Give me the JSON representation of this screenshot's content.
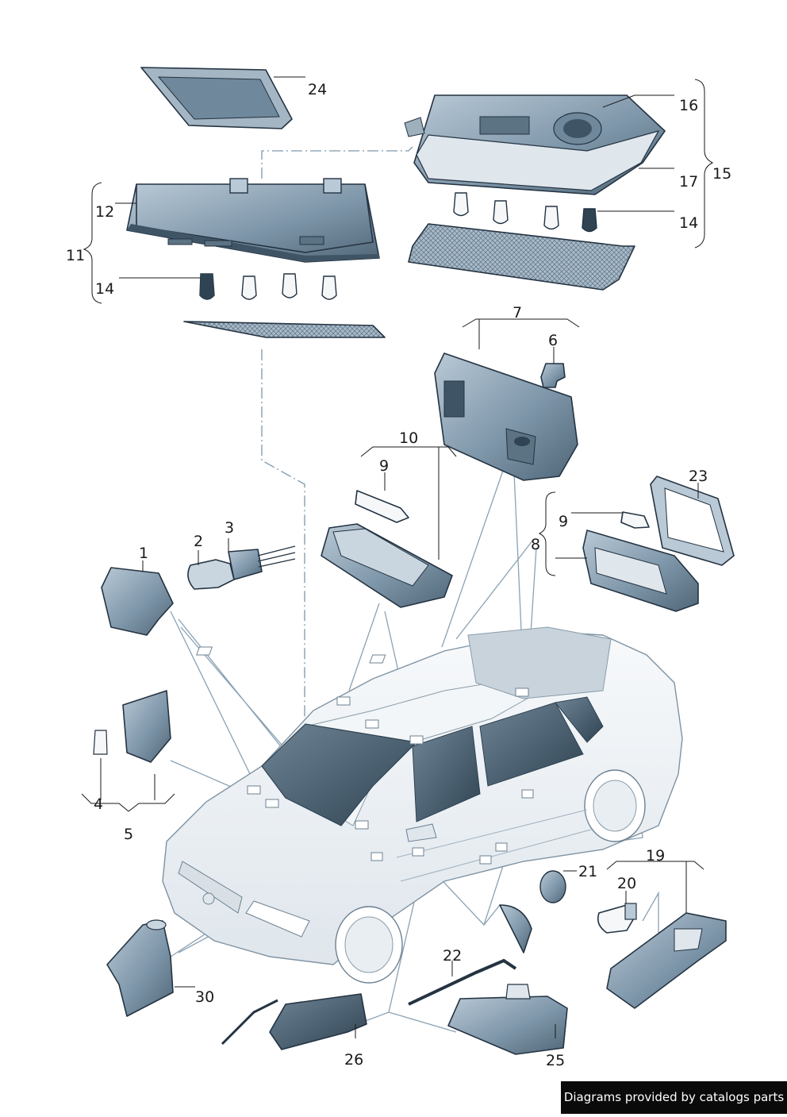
{
  "callouts": {
    "c1": "1",
    "c2": "2",
    "c3": "3",
    "c4": "4",
    "c5": "5",
    "c6": "6",
    "c7": "7",
    "c8": "8",
    "c9a": "9",
    "c9b": "9",
    "c10": "10",
    "c11": "11",
    "c12": "12",
    "c14a": "14",
    "c14b": "14",
    "c15": "15",
    "c16": "16",
    "c17": "17",
    "c19": "19",
    "c20": "20",
    "c21": "21",
    "c22": "22",
    "c23": "23",
    "c24": "24",
    "c25": "25",
    "c26": "26",
    "c30": "30"
  },
  "credit": "Diagrams provided by catalogs parts",
  "colors": {
    "part_fill": "#8fa6b8",
    "part_dark": "#4f6677",
    "part_light": "#c9d5df",
    "outline": "#243342",
    "leader": "#1a1a1a",
    "dash_line": "#7d98ac",
    "car_fill": "#eef2f5",
    "glass": "#3f5566"
  }
}
